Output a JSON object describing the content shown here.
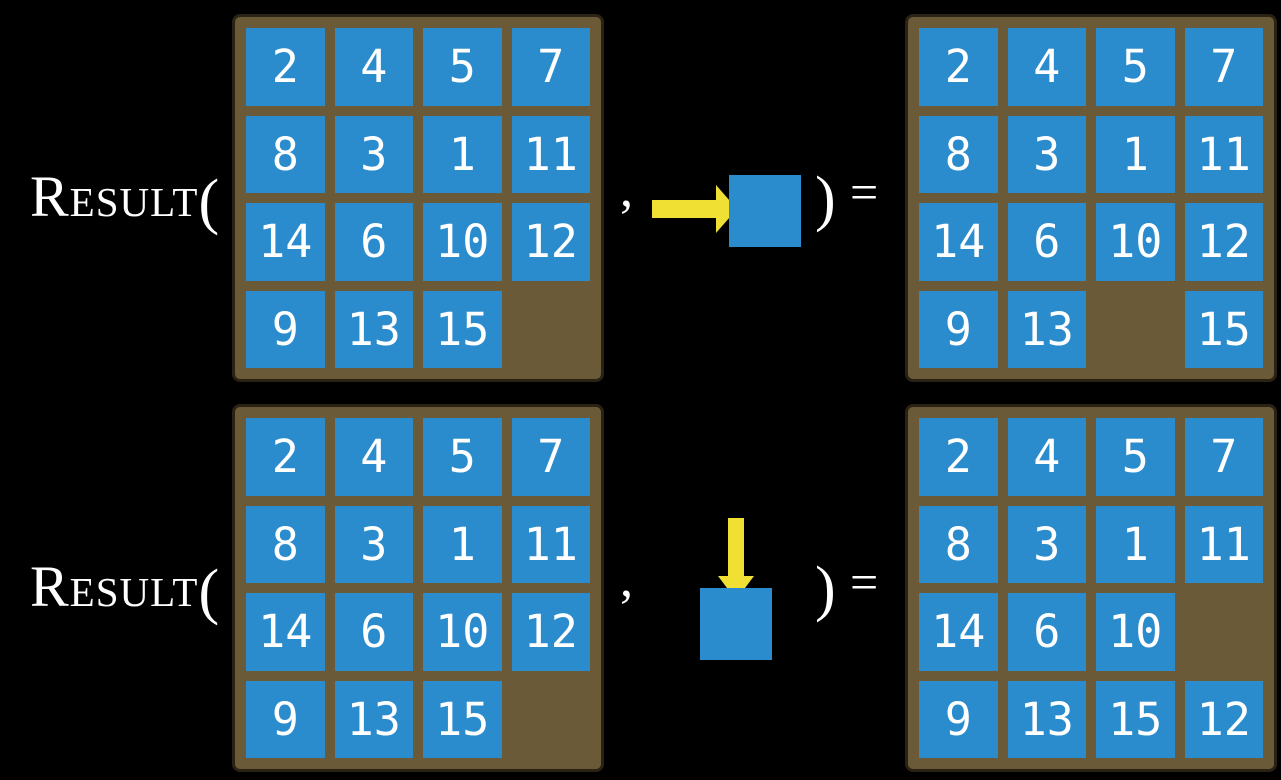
{
  "colors": {
    "background": "#000000",
    "board_bg": "#6b5a37",
    "board_border": "#2a2315",
    "tile_bg": "#2b8ccd",
    "tile_text": "#ffffff",
    "arrow": "#f0e033",
    "text": "#ffffff"
  },
  "equations": [
    {
      "function_label": "Result",
      "open_paren": "(",
      "comma": ",",
      "move_icon": "arrow-right-icon",
      "close_paren": ")",
      "equals_sign": "=",
      "input_grid": [
        [
          "2",
          "4",
          "5",
          "7"
        ],
        [
          "8",
          "3",
          "1",
          "11"
        ],
        [
          "14",
          "6",
          "10",
          "12"
        ],
        [
          "9",
          "13",
          "15",
          ""
        ]
      ],
      "output_grid": [
        [
          "2",
          "4",
          "5",
          "7"
        ],
        [
          "8",
          "3",
          "1",
          "11"
        ],
        [
          "14",
          "6",
          "10",
          "12"
        ],
        [
          "9",
          "13",
          "",
          "15"
        ]
      ]
    },
    {
      "function_label": "Result",
      "open_paren": "(",
      "comma": ",",
      "move_icon": "arrow-down-icon",
      "close_paren": ")",
      "equals_sign": "=",
      "input_grid": [
        [
          "2",
          "4",
          "5",
          "7"
        ],
        [
          "8",
          "3",
          "1",
          "11"
        ],
        [
          "14",
          "6",
          "10",
          "12"
        ],
        [
          "9",
          "13",
          "15",
          ""
        ]
      ],
      "output_grid": [
        [
          "2",
          "4",
          "5",
          "7"
        ],
        [
          "8",
          "3",
          "1",
          "11"
        ],
        [
          "14",
          "6",
          "10",
          ""
        ],
        [
          "9",
          "13",
          "15",
          "12"
        ]
      ]
    }
  ]
}
